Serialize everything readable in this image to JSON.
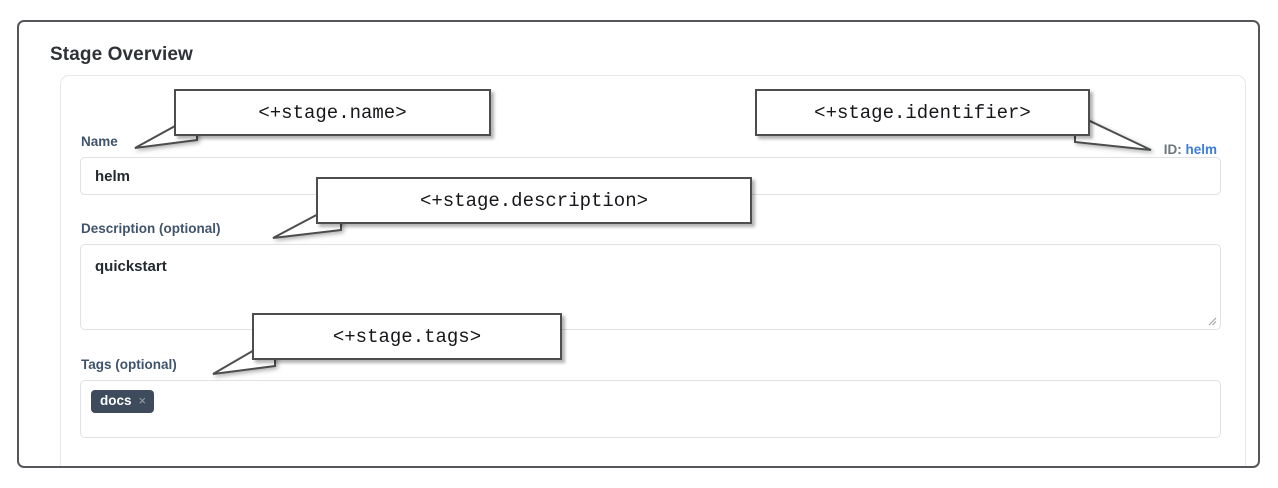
{
  "panel": {
    "title": "Stage Overview"
  },
  "identifier": {
    "key": "ID:",
    "value": "helm"
  },
  "form": {
    "name": {
      "label": "Name",
      "value": "helm",
      "placeholder": ""
    },
    "description": {
      "label": "Description (optional)",
      "value": "quickstart",
      "placeholder": ""
    },
    "tags": {
      "label": "Tags (optional)",
      "chips": [
        {
          "text": "docs",
          "remove_icon": "×"
        }
      ]
    }
  },
  "annotations": [
    {
      "text": "<+stage.name>"
    },
    {
      "text": "<+stage.identifier>"
    },
    {
      "text": "<+stage.description>"
    },
    {
      "text": "<+stage.tags>"
    }
  ],
  "colors": {
    "label": "#41546b",
    "link": "#3b7ddd",
    "muted": "#6c757d",
    "tag_bg": "#3d4b5c",
    "frame_border": "#55565a",
    "input_border": "#dfe1e4"
  }
}
